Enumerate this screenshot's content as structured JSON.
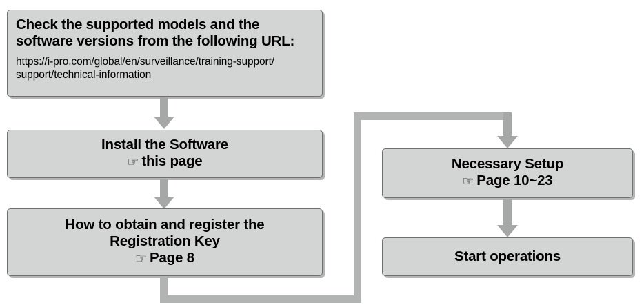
{
  "diagram": {
    "title": "Installation workflow flowchart",
    "colors": {
      "box_fill": "#d3d4d4",
      "box_border": "#6f7071",
      "arrow": "#a6a8a8",
      "connector": "#b2b4b4",
      "text": "#000000",
      "background": "#ffffff"
    },
    "hand_icon": "☞"
  },
  "nodes": {
    "check_models": {
      "heading_line1": "Check the supported models and the",
      "heading_line2": "software versions from the following URL:",
      "url_line1": "https://i-pro.com/global/en/surveillance/training-support/",
      "url_line2": "support/technical-information"
    },
    "install_software": {
      "line1": "Install the Software",
      "pointer": "☞",
      "line2": "this page"
    },
    "registration_key": {
      "line1": "How to obtain and register the",
      "line2": "Registration Key",
      "pointer": "☞",
      "line3": "Page 8"
    },
    "necessary_setup": {
      "line1": "Necessary Setup",
      "pointer": "☞",
      "line2": "Page 10~23"
    },
    "start_operations": {
      "line1": "Start operations"
    }
  }
}
